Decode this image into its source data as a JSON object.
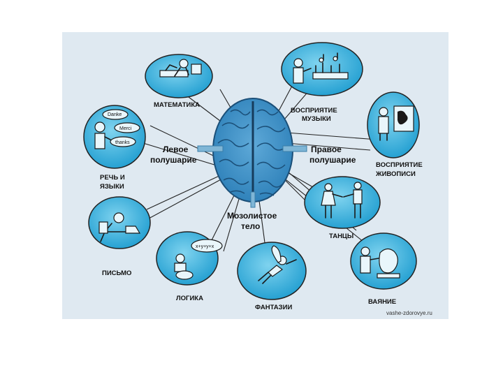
{
  "hemispheres": {
    "left_line1": "Левое",
    "left_line2": "полушарие",
    "right_line1": "Правое",
    "right_line2": "полушарие"
  },
  "corpus_callosum": {
    "line1": "Мозолистое",
    "line2": "тело"
  },
  "functions": [
    {
      "id": "math",
      "line1": "МАТЕМАТИКА",
      "line2": ""
    },
    {
      "id": "music",
      "line1": "ВОСПРИЯТИЕ",
      "line2": "МУЗЫКИ"
    },
    {
      "id": "speech",
      "line1": "РЕЧЬ И",
      "line2": "ЯЗЫКИ"
    },
    {
      "id": "painting",
      "line1": "ВОСПРИЯТИЕ",
      "line2": "ЖИВОПИСИ"
    },
    {
      "id": "dance",
      "line1": "ТАНЦЫ",
      "line2": ""
    },
    {
      "id": "writing",
      "line1": "ПИСЬМО",
      "line2": ""
    },
    {
      "id": "logic",
      "line1": "ЛОГИКА",
      "line2": ""
    },
    {
      "id": "fantasy",
      "line1": "ФАНТАЗИИ",
      "line2": ""
    },
    {
      "id": "sculpture",
      "line1": "ВАЯНИЕ",
      "line2": ""
    }
  ],
  "bubble_words": {
    "danke": "Danke",
    "merci": "Merci",
    "thanks": "thanks"
  },
  "logic_formula": "x+y+y+x",
  "watermark": "vashe-zdorovye.ru",
  "colors": {
    "panel": "#dfe9f1",
    "bubble": "#29a7d6",
    "bubble_inner": "#5fc3e6",
    "brain": "#3a8fc4",
    "brain_dark": "#1d5f8f"
  }
}
